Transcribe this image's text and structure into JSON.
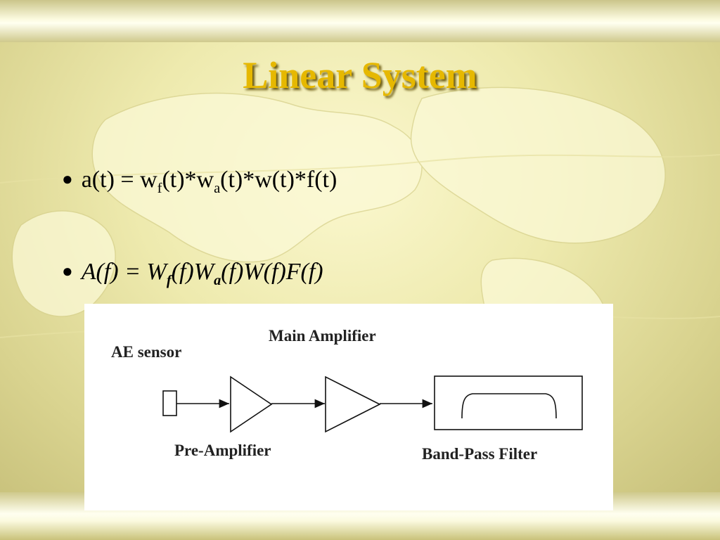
{
  "title": "Linear System",
  "bullets": {
    "b1": {
      "p1": "a(t) = w",
      "s1": "f",
      "p2": "(t)*w",
      "s2": "a",
      "p3": "(t)*w(t)*f(t)"
    },
    "b2": {
      "p1": "A(f) = W",
      "s1": "f",
      "p2": "(f)W",
      "s2": "a",
      "p3": "(f)W(f)F(f)"
    }
  },
  "bullet_glyph": "●",
  "diagram": {
    "ae_sensor": "AE sensor",
    "main_amplifier": "Main Amplifier",
    "pre_amplifier": "Pre-Amplifier",
    "band_pass_filter": "Band-Pass Filter"
  },
  "colors": {
    "title": "#e6b800",
    "background": "#c9c27a"
  }
}
